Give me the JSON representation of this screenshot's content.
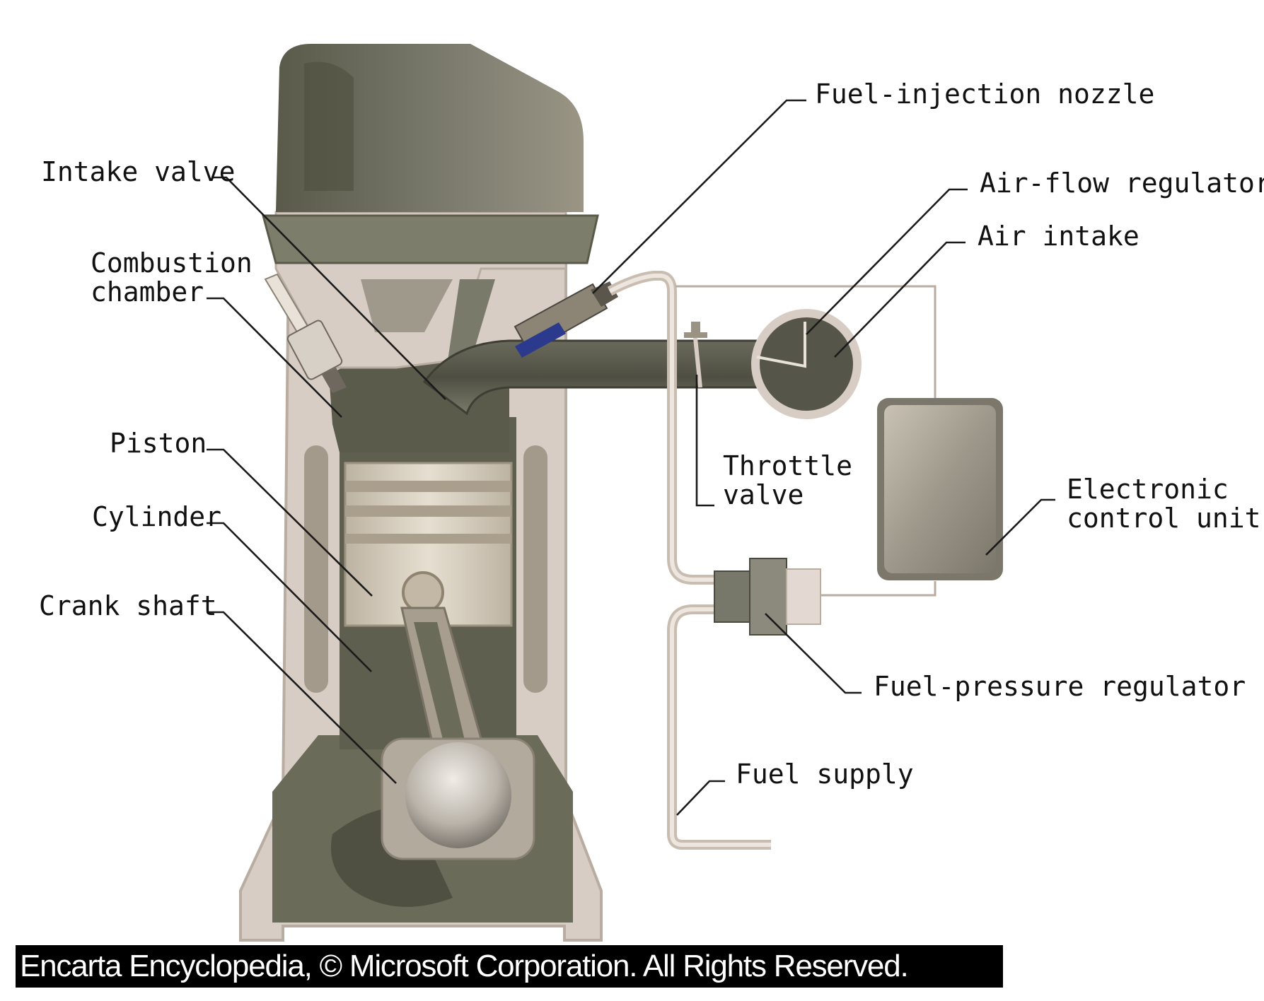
{
  "labels": {
    "fuel_injection_nozzle": "Fuel-injection nozzle",
    "intake_valve": "Intake valve",
    "air_flow_regulator": "Air-flow regulator",
    "air_intake": "Air intake",
    "combustion_chamber_1": "Combustion",
    "combustion_chamber_2": "chamber",
    "piston": "Piston",
    "throttle_valve_1": "Throttle",
    "throttle_valve_2": "valve",
    "electronic_control_unit_1": "Electronic",
    "electronic_control_unit_2": "control unit",
    "cylinder": "Cylinder",
    "crank_shaft": "Crank shaft",
    "fuel_pressure_regulator": "Fuel-pressure regulator",
    "fuel_supply": "Fuel supply"
  },
  "credit": "Encarta Encyclopedia, © Microsoft Corporation. All Rights Reserved.",
  "colors": {
    "engine_dark": "#6b6b5a",
    "engine_mid": "#8c8c7a",
    "block_light": "#d8cdc4",
    "piston_tan": "#d9d1c1",
    "ecu": "#9a958a",
    "injector_blue": "#2b3a8c"
  }
}
